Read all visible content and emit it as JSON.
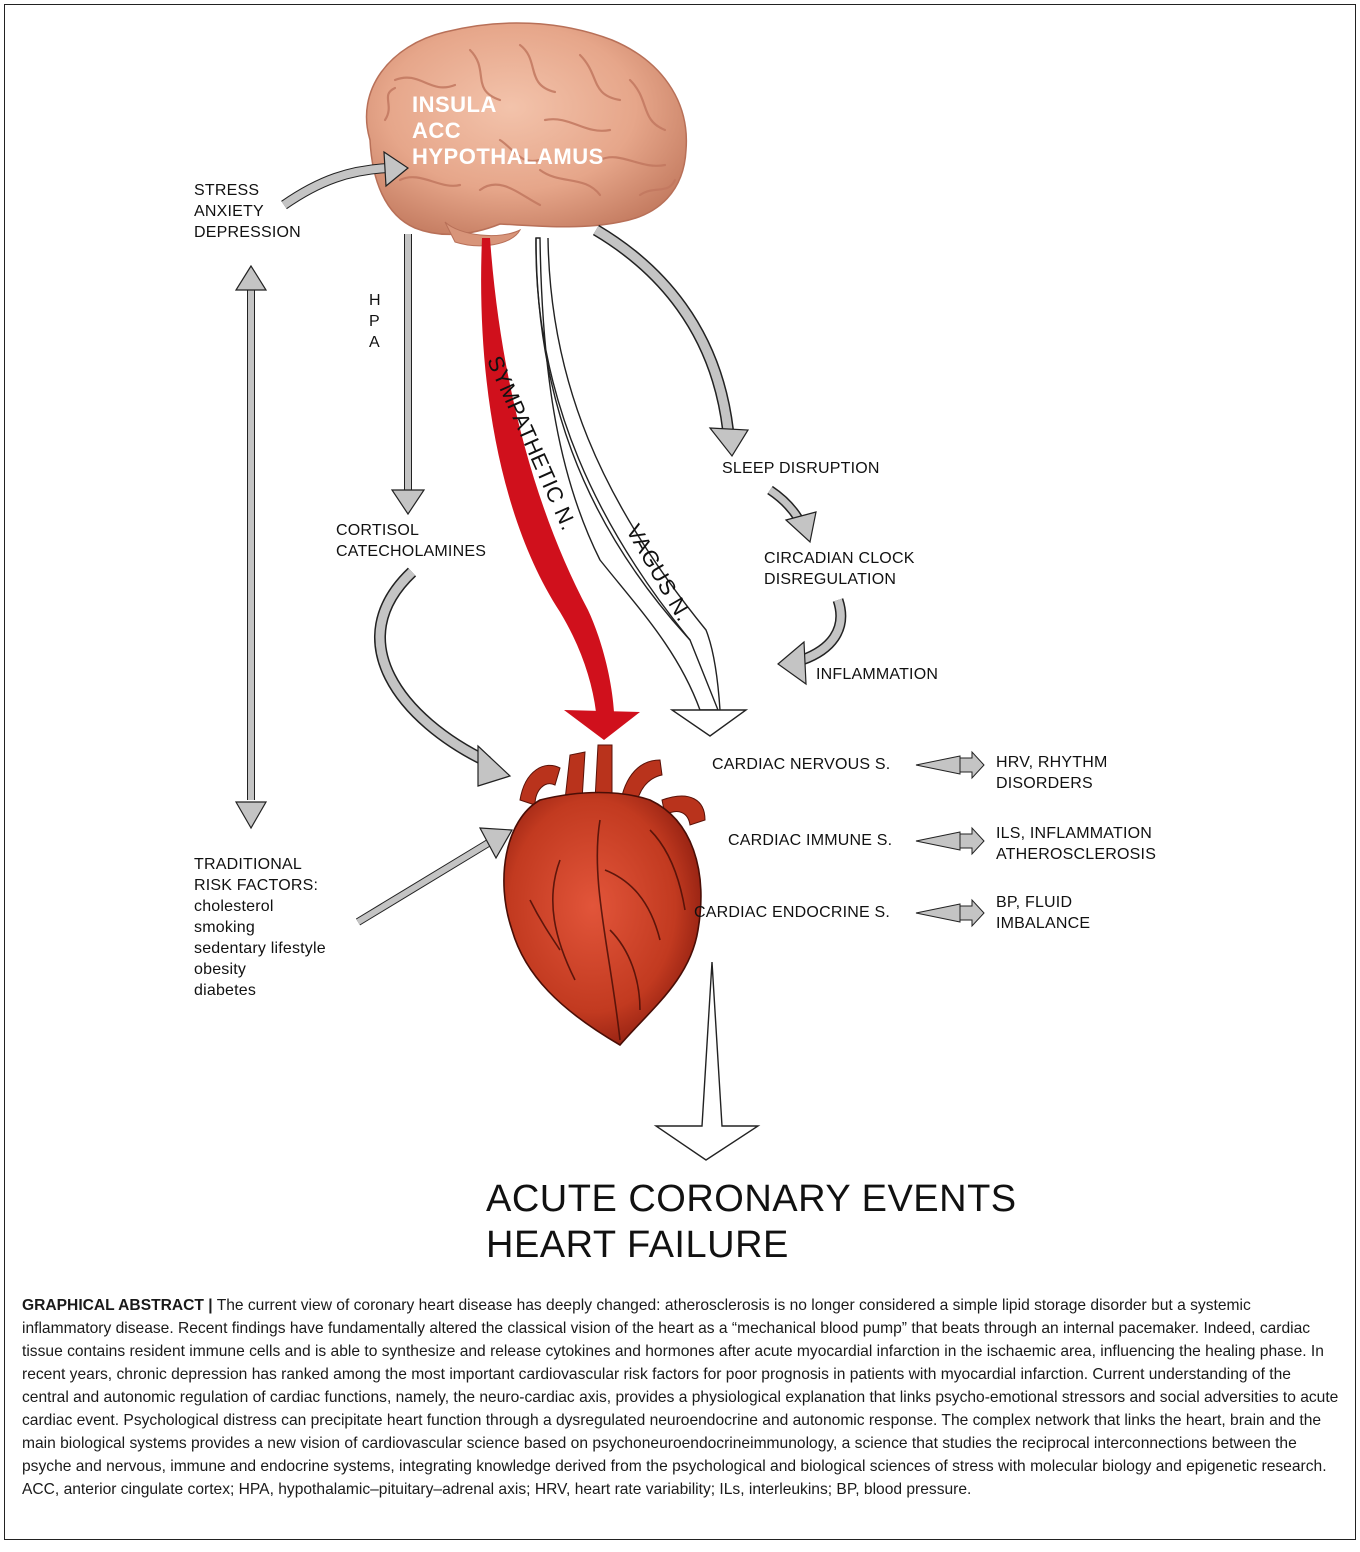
{
  "brain": {
    "regions": [
      "INSULA",
      "ACC",
      "HYPOTHALAMUS"
    ]
  },
  "stress": [
    "STRESS",
    "ANXIETY",
    "DEPRESSION"
  ],
  "hpa": [
    "H",
    "P",
    "A"
  ],
  "cortisol": [
    "CORTISOL",
    "CATECHOLAMINES"
  ],
  "sympathetic_label": "SYMPATHETIC N.",
  "vagus_label": "VAGUS N.",
  "sleep": {
    "disruption": "SLEEP DISRUPTION",
    "circadian": [
      "CIRCADIAN CLOCK",
      "DISREGULATION"
    ],
    "inflammation": "INFLAMMATION"
  },
  "cardiac_systems": [
    {
      "name": "CARDIAC NERVOUS S.",
      "effects": [
        "HRV, RHYTHM",
        "DISORDERS"
      ]
    },
    {
      "name": "CARDIAC IMMUNE S.",
      "effects": [
        "ILS, INFLAMMATION",
        "ATHEROSCLEROSIS"
      ]
    },
    {
      "name": "CARDIAC ENDOCRINE S.",
      "effects": [
        "BP, FLUID",
        "IMBALANCE"
      ]
    }
  ],
  "risk_factors": {
    "heading": [
      "TRADITIONAL",
      "RISK FACTORS:"
    ],
    "items": [
      "cholesterol",
      "smoking",
      "sedentary lifestyle",
      "obesity",
      "diabetes"
    ]
  },
  "outcome": [
    "ACUTE CORONARY EVENTS",
    "HEART FAILURE"
  ],
  "caption": {
    "heading": "GRAPHICAL ABSTRACT |",
    "text": "The current view of coronary heart disease has deeply changed: atherosclerosis is no longer considered a simple lipid storage disorder but a systemic inflammatory disease. Recent findings have fundamentally altered the classical vision of the heart as a “mechanical blood pump” that beats through an internal pacemaker. Indeed, cardiac tissue contains resident immune cells and is able to synthesize and release cytokines and hormones after acute myocardial infarction in the ischaemic area, influencing the healing phase. In recent years, chronic depression has ranked among the most important cardiovascular risk factors for poor prognosis in patients with myocardial infarction. Current understanding of the central and autonomic regulation of cardiac functions, namely, the neuro-cardiac axis, provides a physiological explanation that links psycho-emotional stressors and social adversities to acute cardiac event. Psychological distress can precipitate heart function through a dysregulated neuroendocrine and autonomic response. The complex network that links the heart, brain and the main biological systems provides a new vision of cardiovascular science based on psychoneuroendocrineimmunology, a science that studies the reciprocal interconnections between the psyche and nervous, immune and endocrine systems, integrating knowledge derived from the psychological and biological sciences of stress with molecular biology and epigenetic research. ACC, anterior cingulate cortex; HPA, hypothalamic–pituitary–adrenal axis; HRV, heart rate variability; ILs, interleukins; BP, blood pressure."
  },
  "colors": {
    "arrow_gray": "#c4c4c4",
    "sympathetic_red": "#d0101c",
    "brain": "#e9ab90",
    "heart": "#c93a20"
  }
}
